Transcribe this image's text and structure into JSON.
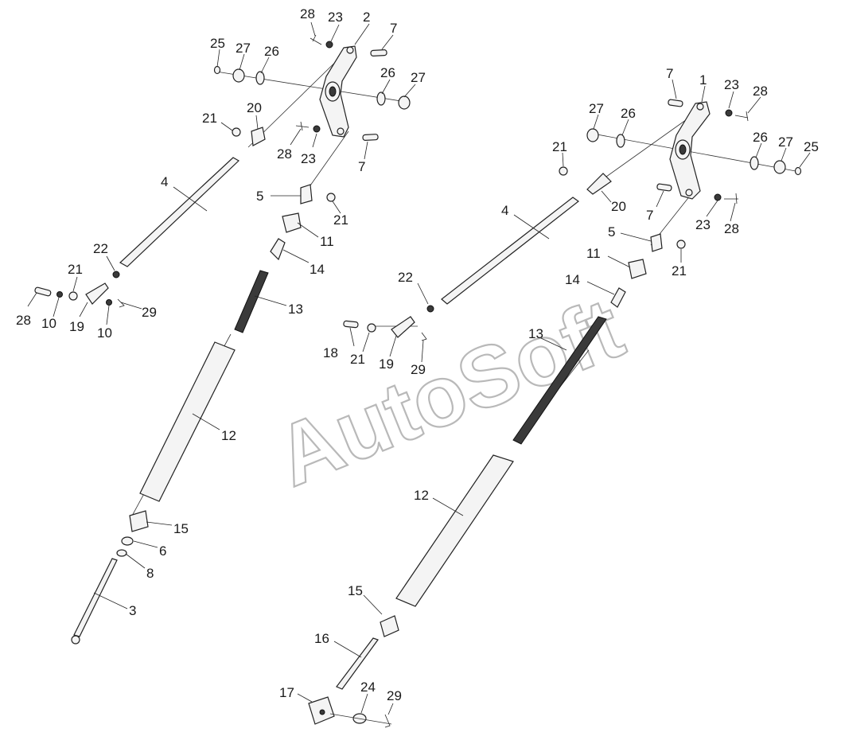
{
  "watermark": "AutoSoft",
  "callouts": {
    "left": {
      "c28a": "28",
      "c23a": "23",
      "c2": "2",
      "c7a": "7",
      "c25": "25",
      "c27a": "27",
      "c26a": "26",
      "c26b": "26",
      "c27b": "27",
      "c21a": "21",
      "c20": "20",
      "c28b": "28",
      "c23b": "23",
      "c7b": "7",
      "c4": "4",
      "c5": "5",
      "c21b": "21",
      "c11": "11",
      "c22": "22",
      "c14": "14",
      "c21c": "21",
      "c13": "13",
      "c29": "29",
      "c28c": "28",
      "c10a": "10",
      "c19": "19",
      "c10b": "10",
      "c12": "12",
      "c15": "15",
      "c6": "6",
      "c8": "8",
      "c3": "3"
    },
    "right": {
      "c7a": "7",
      "c1": "1",
      "c23a": "23",
      "c28a": "28",
      "c27a": "27",
      "c26a": "26",
      "c21a": "21",
      "c26b": "26",
      "c27b": "27",
      "c25": "25",
      "c20": "20",
      "c7b": "7",
      "c23b": "23",
      "c28b": "28",
      "c4": "4",
      "c5": "5",
      "c11": "11",
      "c21b": "21",
      "c22": "22",
      "c14": "14",
      "c13": "13",
      "c18": "18",
      "c21c": "21",
      "c19": "19",
      "c29a": "29",
      "c12": "12",
      "c15": "15",
      "c16": "16",
      "c17": "17",
      "c24": "24",
      "c29b": "29"
    }
  }
}
